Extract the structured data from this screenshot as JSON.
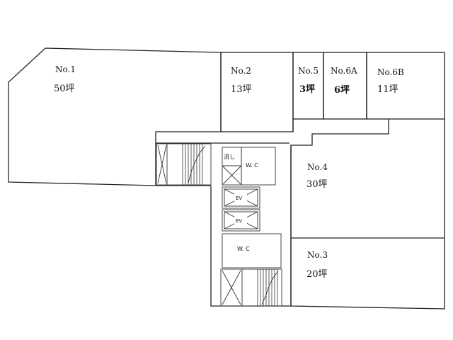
{
  "rooms": {
    "r1": {
      "number": "No.1",
      "area": "50坪"
    },
    "r2": {
      "number": "No.2",
      "area": "13坪"
    },
    "r5": {
      "number": "No.5",
      "area": "3坪"
    },
    "r6a": {
      "number": "No.6A",
      "area": "6坪"
    },
    "r6b": {
      "number": "No.6B",
      "area": "11坪"
    },
    "r4": {
      "number": "No.4",
      "area": "30坪"
    },
    "r3": {
      "number": "No.3",
      "area": "20坪"
    }
  },
  "facilities": {
    "sink": "流し",
    "wc_upper": "W. C",
    "wc_lower": "W. C",
    "ev1": "EV",
    "ev2": "EV"
  }
}
